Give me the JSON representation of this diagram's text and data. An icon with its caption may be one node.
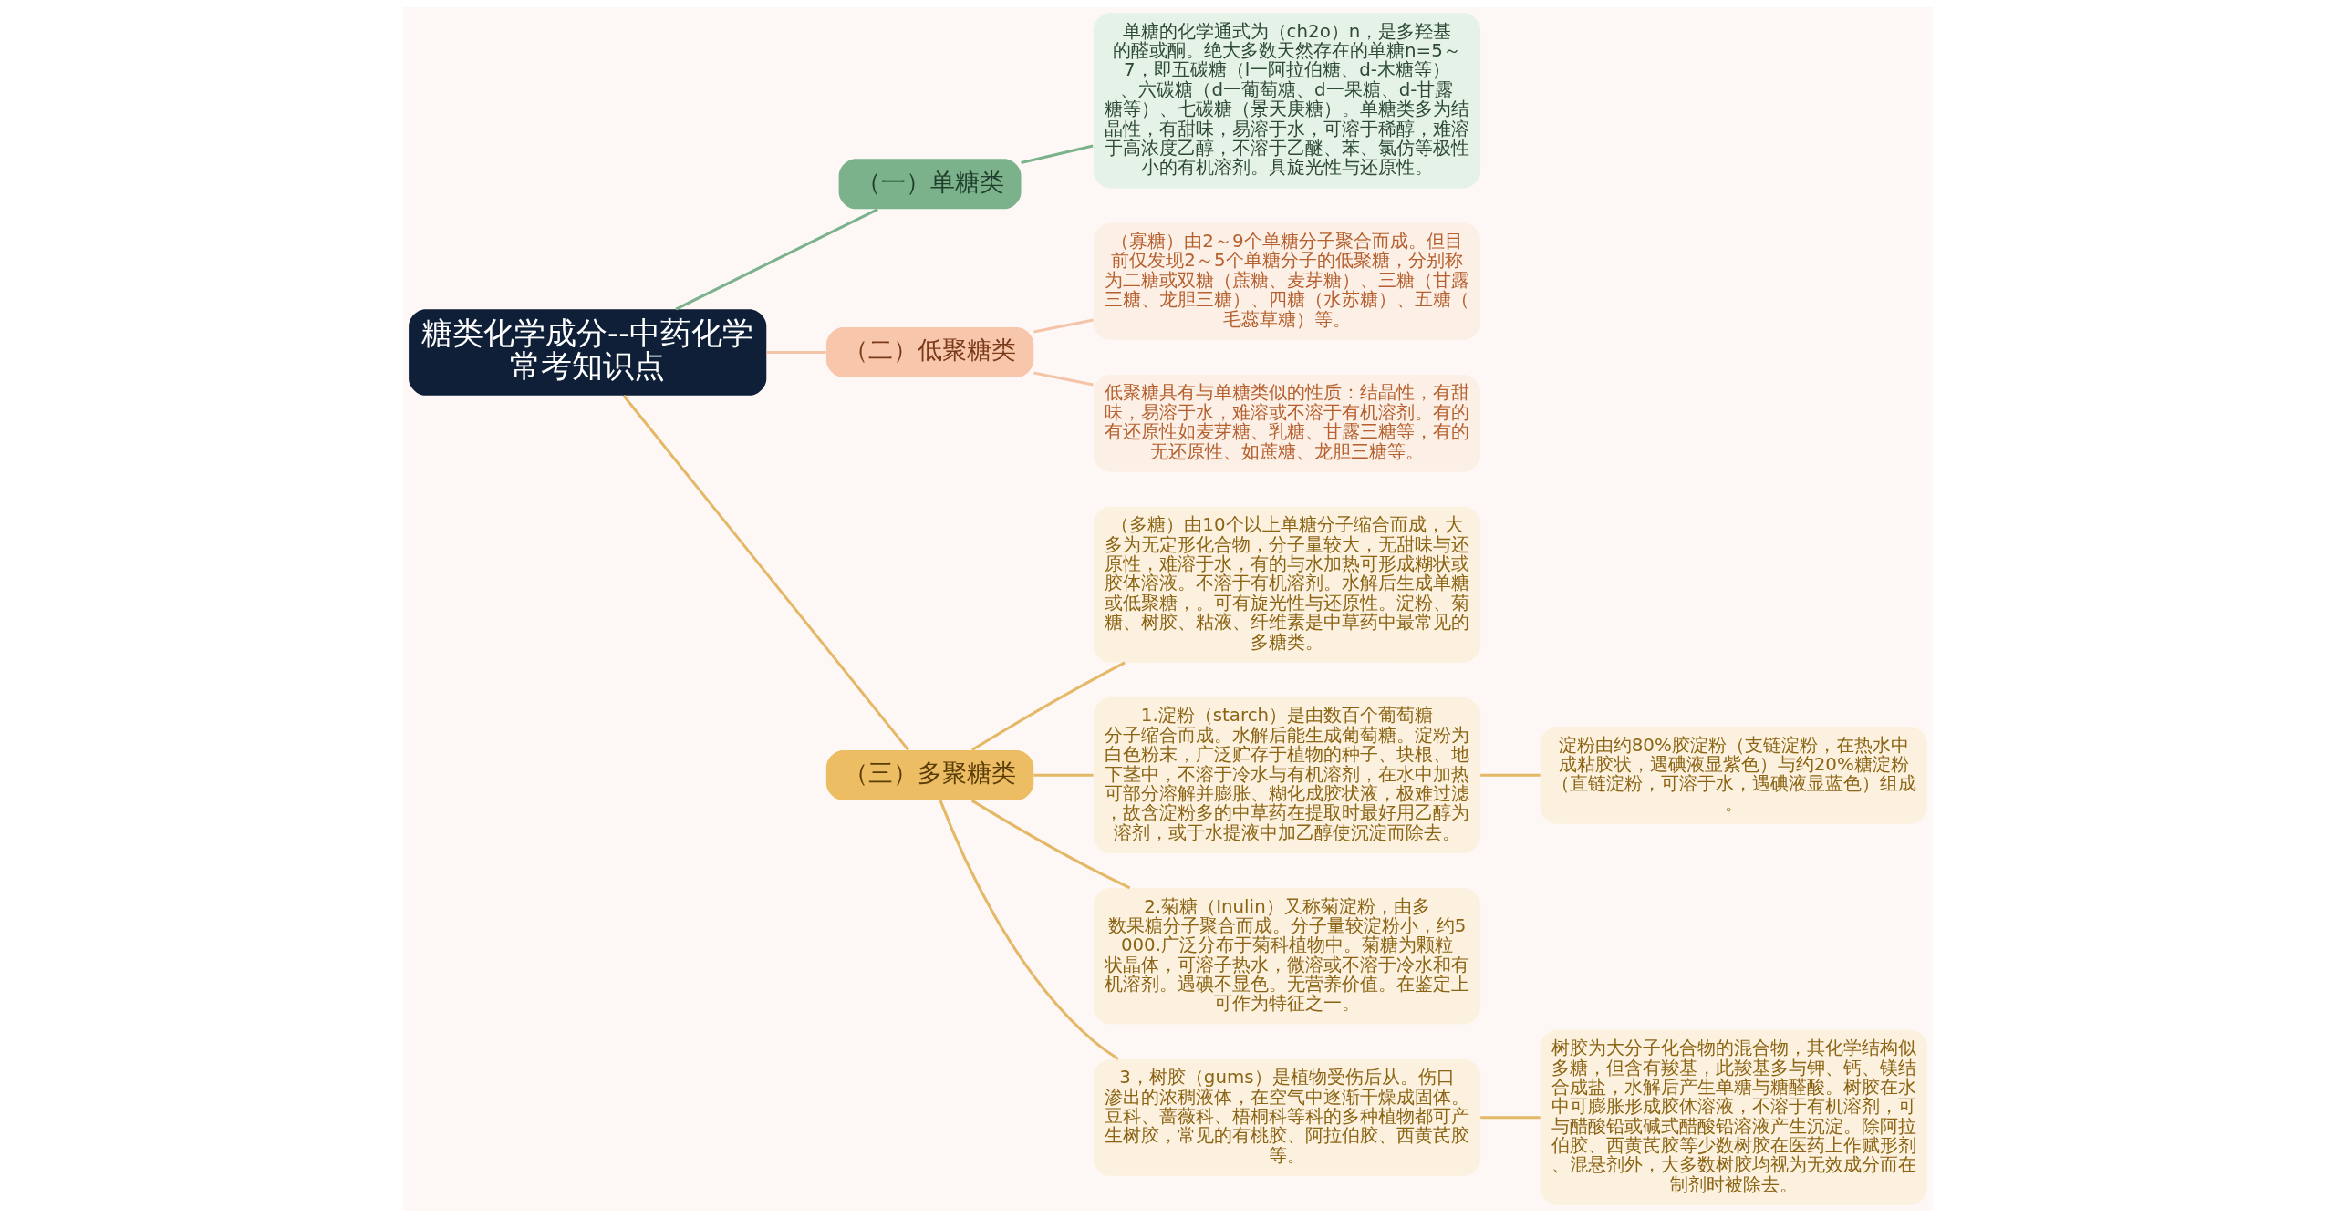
{
  "diagram": {
    "nodes": [
      {
        "text": [
          "糖类化学成分--中药化学常考知识点"
        ]
      },
      {
        "text": [
          "（一）单糖类"
        ]
      },
      {
        "text": [
          "单糖的化学通式为（ch2o）n，是多羟基的醛或酮。绝大多数天然存在的单糖n=5～7，即五碳糖（l一阿拉伯糖、d-木糖等）、六碳糖（d一葡萄糖、d一果糖、d-甘露糖等）、七碳糖（景天庚糖）。单糖类多为结晶性，有甜味，易溶于水，可溶于稀醇，难溶于高浓度乙醇，不溶于乙醚、苯、氯仿等极性小的有机溶剂。具旋光性与还原性。"
        ]
      },
      {
        "text": [
          "（二）低聚糖类"
        ]
      },
      {
        "text": [
          "（寡糖）由2～9个单糖分子聚合而成。但目前仅发现2～5个单糖分子的低聚糖，分别称为二糖或双糖（蔗糖、麦芽糖）、三糖（甘露三糖、龙胆三糖）、四糖（水苏糖）、五糖（毛蕊草糖）等。"
        ]
      },
      {
        "text": [
          "低聚糖具有与单糖类似的性质：结晶性，有甜味，易溶于水，难溶或不溶于有机溶剂。有的有还原性如麦芽糖、乳糖、甘露三糖等，有的无还原性、如蔗糖、龙胆三糖等。"
        ]
      },
      {
        "text": [
          "（三）多聚糖类"
        ]
      },
      {
        "text": [
          "（多糖）由10个以上单糖分子缩合而成，大多为无定形化合物，分子量较大，无甜味与还原性，难溶于水，有的与水加热可形成糊状或胶体溶液。不溶于有机溶剂。水解后生成单糖或低聚糖，。可有旋光性与还原性。淀粉、菊糖、树胶、粘液、纤维素是中草药中最常见的多糖类。"
        ]
      },
      {
        "text": [
          "1.淀粉（starch）是由数百个葡萄糖分子缩合而成。水解后能生成葡萄糖。淀粉为白色粉末，广泛贮存于植物的种子、块根、地下茎中，不溶于冷水与有机溶剂，在水中加热可部分溶解并膨胀、糊化成胶状液，极难过滤，故含淀粉多的中草药在提取时最好用乙醇为溶剂，或于水提液中加乙醇使沉淀而除去。"
        ]
      },
      {
        "text": [
          "淀粉由约80%胶淀粉（支链淀粉，在热水中成粘胶状，遇碘液显紫色）与约20%糖淀粉（直链淀粉，可溶于水，遇碘液显蓝色）组成。"
        ]
      },
      {
        "text": [
          "2.菊糖（Inulin）又称菊淀粉，由多数果糖分子聚合而成。分子量较淀粉小，约5000.广泛分布于菊科植物中。菊糖为颗粒状晶体，可溶子热水，微溶或不溶于冷水和有机溶剂。遇碘不显色。无营养价值。在鉴定上可作为特征之一。"
        ]
      },
      {
        "text": [
          "3，树胶（gums）是植物受伤后从。伤口渗出的浓稠液体，在空气中逐渐干燥成固体。豆科、蔷薇科、梧桐科等科的多种植物都可产生树胶，常见的有桃胶、阿拉伯胶、西黄芪胶等。"
        ]
      },
      {
        "text": [
          "树胶为大分子化合物的混合物，其化学结构似多糖，但含有羧基，此羧基多与钾、钙、镁结合成盐，水解后产生单糖与糖醛酸。树胶在水中可膨胀形成胶体溶液，不溶于有机溶剂，可与醋酸铅或碱式醋酸铅溶液产生沉淀。除阿拉伯胶、西黄芪胶等少数树胶在医药上作赋形剂、混悬剂外，大多数树胶均视为无效成分而在制剂时被除去。"
        ]
      }
    ],
    "edges": [
      {
        "from": 0,
        "to": 1,
        "arrow": "none",
        "color": "#7bb28c"
      },
      {
        "from": 1,
        "to": 2,
        "arrow": "none",
        "color": "#7bb28c"
      },
      {
        "from": 0,
        "to": 3,
        "arrow": "none",
        "color": "#f5c4a8"
      },
      {
        "from": 3,
        "to": 4,
        "arrow": "none",
        "color": "#f5c4a8"
      },
      {
        "from": 3,
        "to": 5,
        "arrow": "none",
        "color": "#f5c4a8"
      },
      {
        "from": 0,
        "to": 6,
        "arrow": "none"
      },
      {
        "from": 6,
        "to": 7,
        "arrow": "none"
      },
      {
        "from": 6,
        "to": 8,
        "arrow": "none"
      },
      {
        "from": 8,
        "to": 9,
        "arrow": "none"
      },
      {
        "from": 6,
        "to": 10,
        "arrow": "none"
      },
      {
        "from": 6,
        "to": 11,
        "arrow": "none"
      },
      {
        "from": 11,
        "to": 12,
        "arrow": "none"
      }
    ]
  }
}
